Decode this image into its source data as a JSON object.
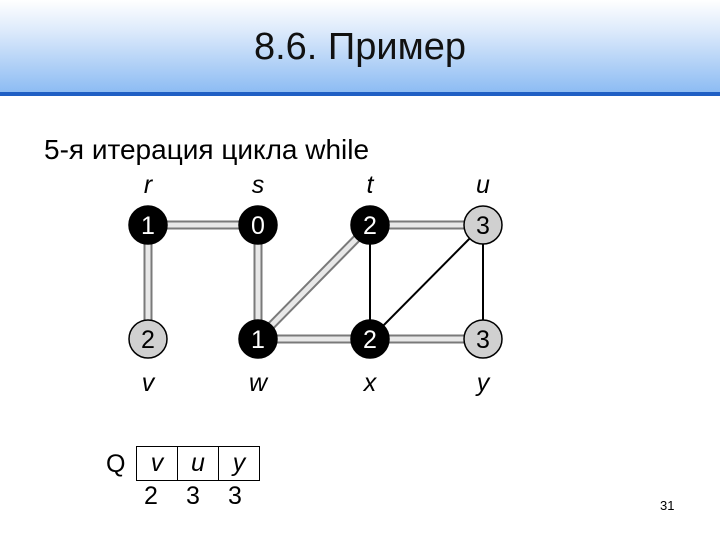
{
  "header": {
    "title": "8.6. Пример"
  },
  "subtitle": "5-я итерация цикла while",
  "vertices": [
    {
      "id": "r",
      "dist": "1",
      "state": "black"
    },
    {
      "id": "s",
      "dist": "0",
      "state": "black"
    },
    {
      "id": "t",
      "dist": "2",
      "state": "black"
    },
    {
      "id": "u",
      "dist": "3",
      "state": "gray"
    },
    {
      "id": "v",
      "dist": "2",
      "state": "gray"
    },
    {
      "id": "w",
      "dist": "1",
      "state": "black"
    },
    {
      "id": "x",
      "dist": "2",
      "state": "black"
    },
    {
      "id": "y",
      "dist": "3",
      "state": "gray"
    }
  ],
  "edges": [
    {
      "from": "r",
      "to": "s",
      "tree": true
    },
    {
      "from": "r",
      "to": "v",
      "tree": true
    },
    {
      "from": "s",
      "to": "w",
      "tree": true
    },
    {
      "from": "w",
      "to": "t",
      "tree": true
    },
    {
      "from": "w",
      "to": "x",
      "tree": true
    },
    {
      "from": "t",
      "to": "u",
      "tree": true
    },
    {
      "from": "x",
      "to": "y",
      "tree": true
    },
    {
      "from": "t",
      "to": "x",
      "tree": false
    },
    {
      "from": "x",
      "to": "u",
      "tree": false
    },
    {
      "from": "u",
      "to": "y",
      "tree": false
    }
  ],
  "colors": {
    "black": "#000000",
    "gray": "#d0d0d0",
    "header_line": "#1f5fc4"
  },
  "queue": {
    "label": "Q",
    "items": [
      "v",
      "u",
      "y"
    ],
    "dists": [
      "2",
      "3",
      "3"
    ]
  },
  "page_number": "31"
}
